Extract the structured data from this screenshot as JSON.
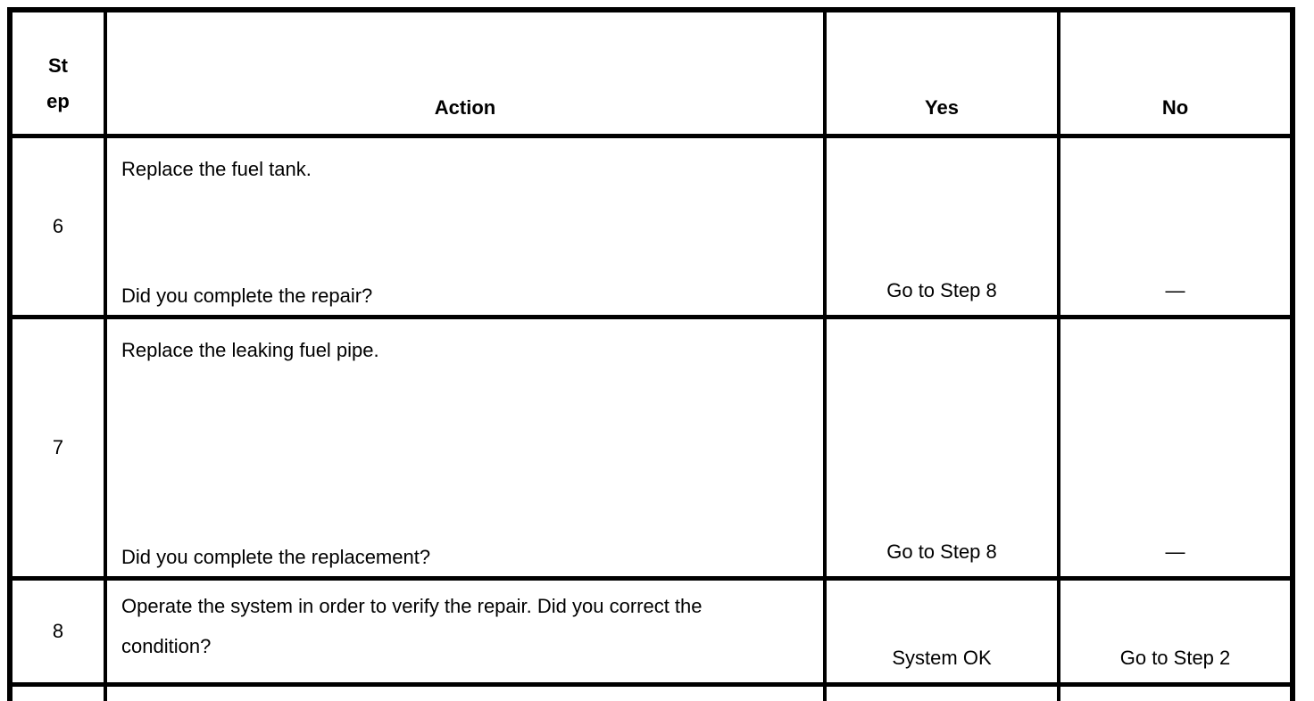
{
  "table": {
    "headers": {
      "step": "Step",
      "action": "Action",
      "yes": "Yes",
      "no": "No"
    },
    "rows": [
      {
        "step": "6",
        "instruction": "Replace the fuel tank.",
        "question": "Did you complete the repair?",
        "yes": "Go to Step 8",
        "no": "—"
      },
      {
        "step": "7",
        "instruction": "Replace the leaking fuel pipe.",
        "question": "Did you complete the replacement?",
        "yes": "Go to Step 8",
        "no": "—"
      },
      {
        "step": "8",
        "instruction": "Operate the system in order to verify the repair. Did you correct the condition?",
        "yes": "System OK",
        "no": "Go to Step 2"
      }
    ]
  }
}
